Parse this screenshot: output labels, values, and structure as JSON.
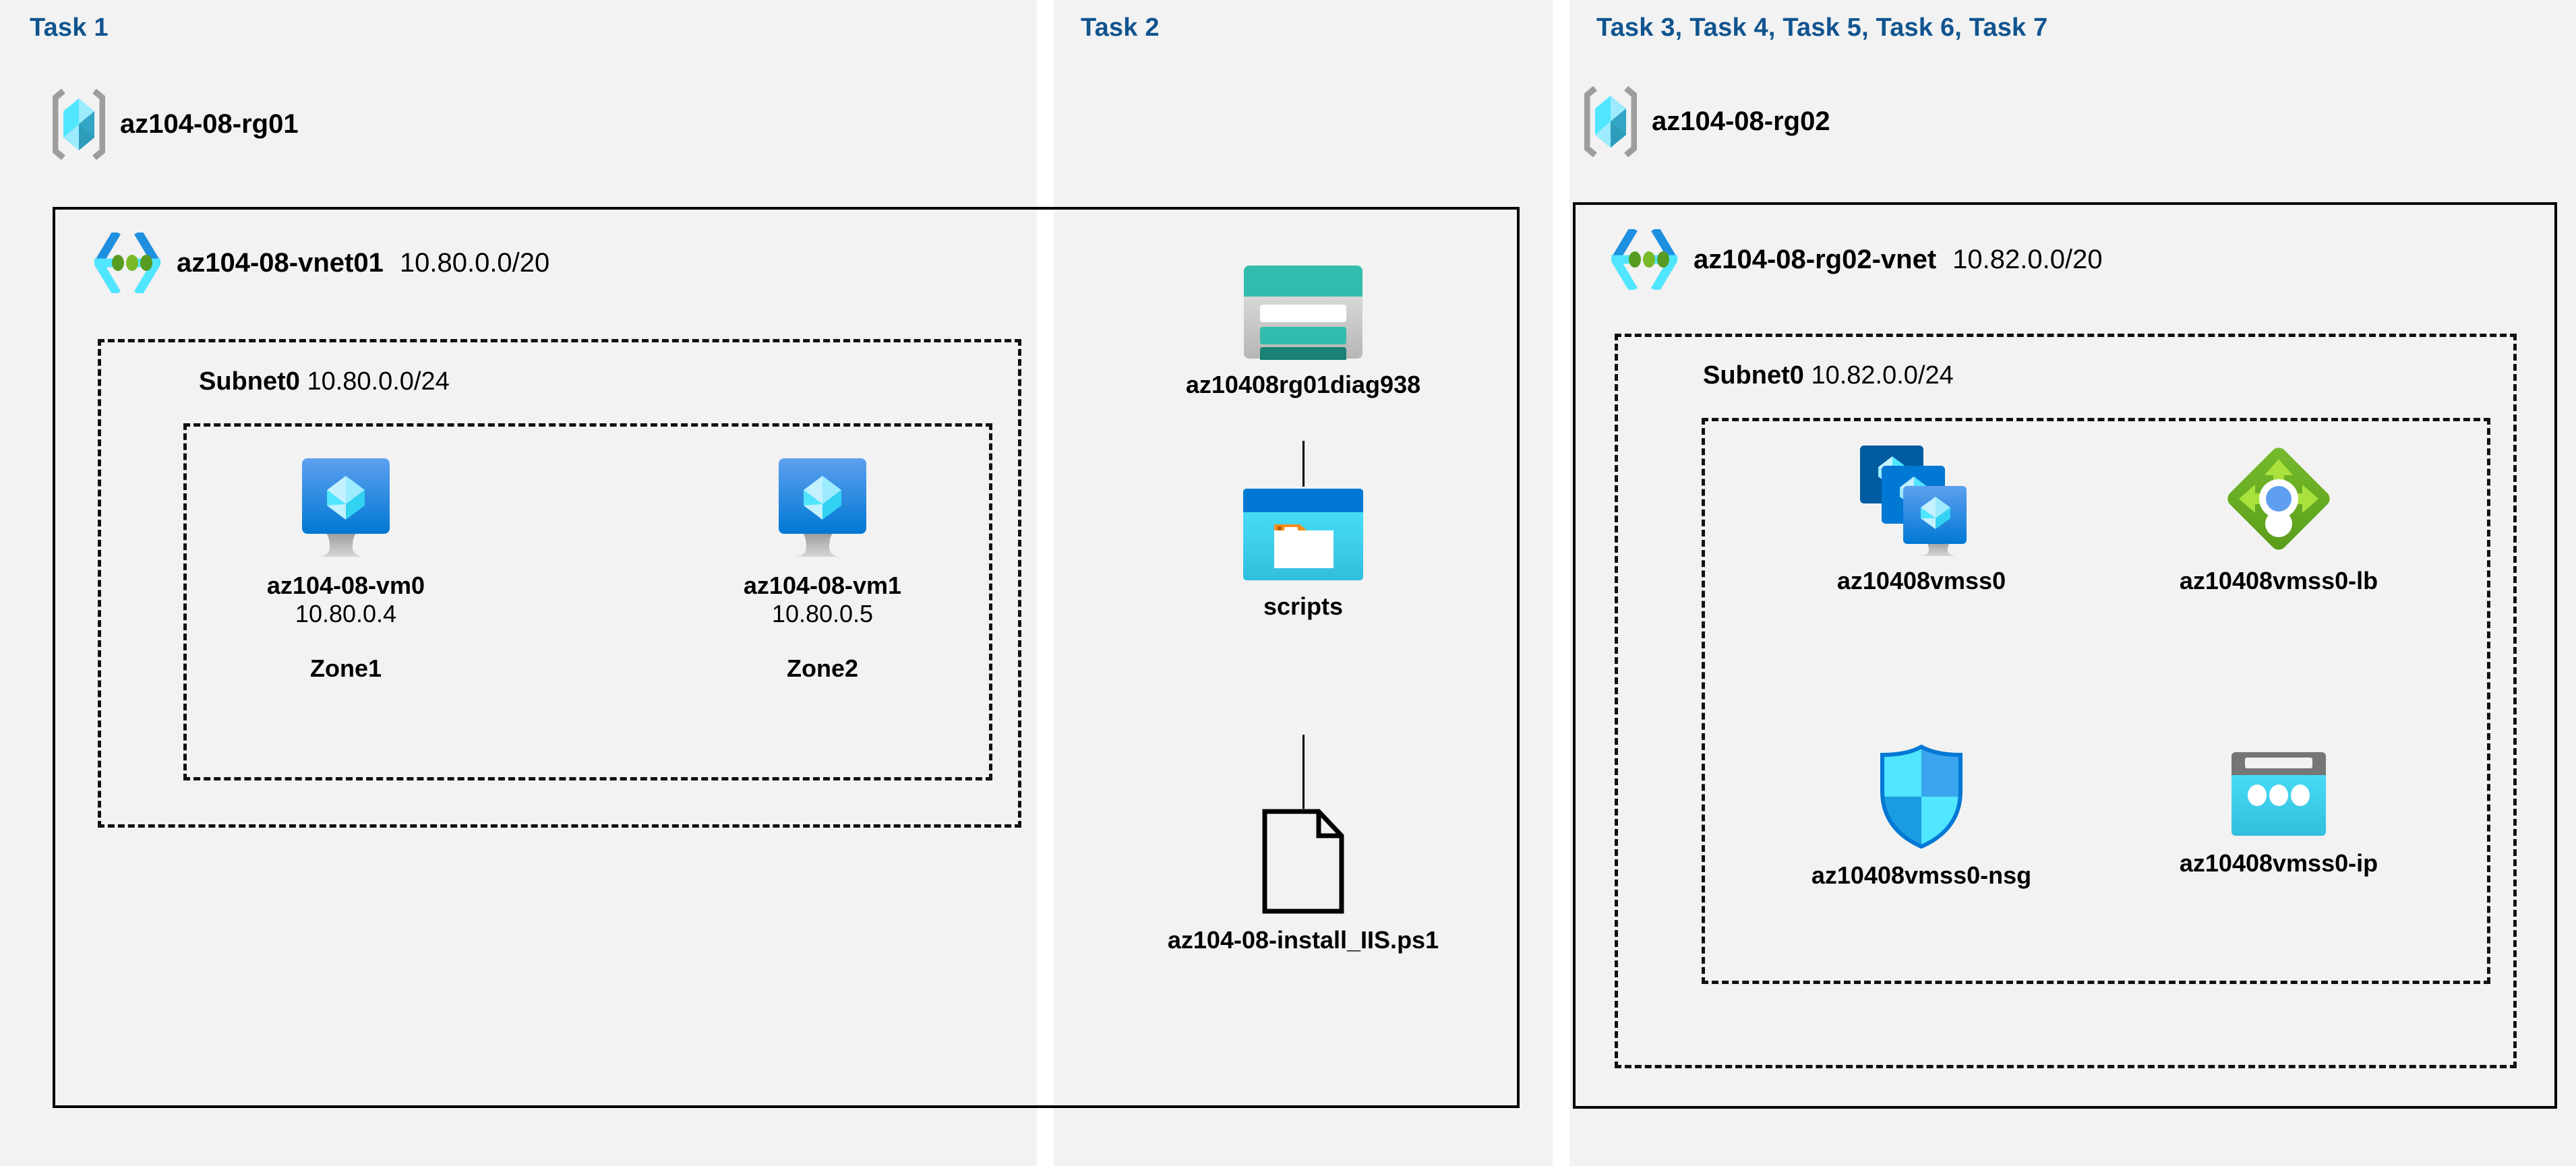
{
  "columns": [
    {
      "id": "task1",
      "title": "Task 1"
    },
    {
      "id": "task2",
      "title": "Task 2"
    },
    {
      "id": "task3to7",
      "title": "Task 3, Task 4, Task 5, Task 6, Task 7"
    }
  ],
  "task1": {
    "resource_group": {
      "name": "az104-08-rg01",
      "icon": "resource-group-icon"
    },
    "vnet": {
      "name": "az104-08-vnet01",
      "cidr": "10.80.0.0/20",
      "icon": "virtual-network-icon"
    },
    "subnet": {
      "name": "Subnet0",
      "cidr": "10.80.0.0/24"
    },
    "vms": [
      {
        "name": "az104-08-vm0",
        "ip": "10.80.0.4",
        "zone": "Zone1",
        "icon": "virtual-machine-icon"
      },
      {
        "name": "az104-08-vm1",
        "ip": "10.80.0.5",
        "zone": "Zone2",
        "icon": "virtual-machine-icon"
      }
    ]
  },
  "task2": {
    "storage_account": {
      "name": "az10408rg01diag938",
      "icon": "storage-account-icon"
    },
    "container": {
      "name": "scripts",
      "icon": "blob-container-icon"
    },
    "file": {
      "name": "az104-08-install_IIS.ps1",
      "icon": "document-icon"
    }
  },
  "task3to7": {
    "resource_group": {
      "name": "az104-08-rg02",
      "icon": "resource-group-icon"
    },
    "vnet": {
      "name": "az104-08-rg02-vnet",
      "cidr": "10.82.0.0/20",
      "icon": "virtual-network-icon"
    },
    "subnet": {
      "name": "Subnet0",
      "cidr": "10.82.0.0/24"
    },
    "resources": [
      {
        "name": "az10408vmss0",
        "icon": "vm-scale-set-icon"
      },
      {
        "name": "az10408vmss0-lb",
        "icon": "load-balancer-icon"
      },
      {
        "name": "az10408vmss0-nsg",
        "icon": "network-security-group-icon"
      },
      {
        "name": "az10408vmss0-ip",
        "icon": "public-ip-address-icon"
      }
    ]
  },
  "colors": {
    "task_title": "#10548f",
    "panel_background": "#f2f2f2",
    "page_background": "#ffffff",
    "outline": "#000000",
    "azure_blue": "#0078d4",
    "azure_cyan": "#50e6ff",
    "teal": "#32bcad",
    "teal_dark": "#198175",
    "green": "#6cab1e",
    "orange": "#f78d1e",
    "gray": "#767676"
  }
}
